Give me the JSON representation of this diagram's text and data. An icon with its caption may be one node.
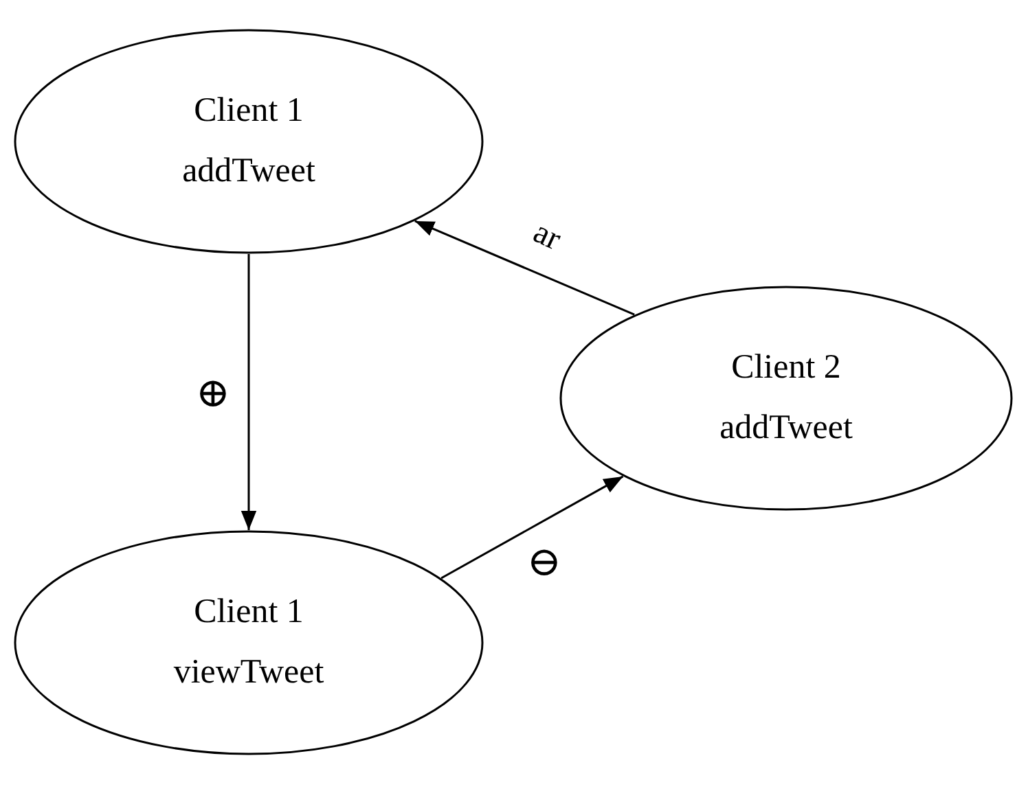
{
  "diagram": {
    "nodes": [
      {
        "text": [
          "Client 1",
          "addTweet"
        ]
      },
      {
        "text": [
          "Client 2",
          "addTweet"
        ]
      },
      {
        "text": [
          "Client 1",
          "viewTweet"
        ]
      }
    ],
    "edges": [
      {
        "from": 0,
        "to": 2,
        "arrow": "to",
        "label": "⊕"
      },
      {
        "from": 2,
        "to": 1,
        "arrow": "to",
        "label": "⊖"
      },
      {
        "from": 1,
        "to": 0,
        "arrow": "to",
        "label": "ar"
      }
    ]
  }
}
